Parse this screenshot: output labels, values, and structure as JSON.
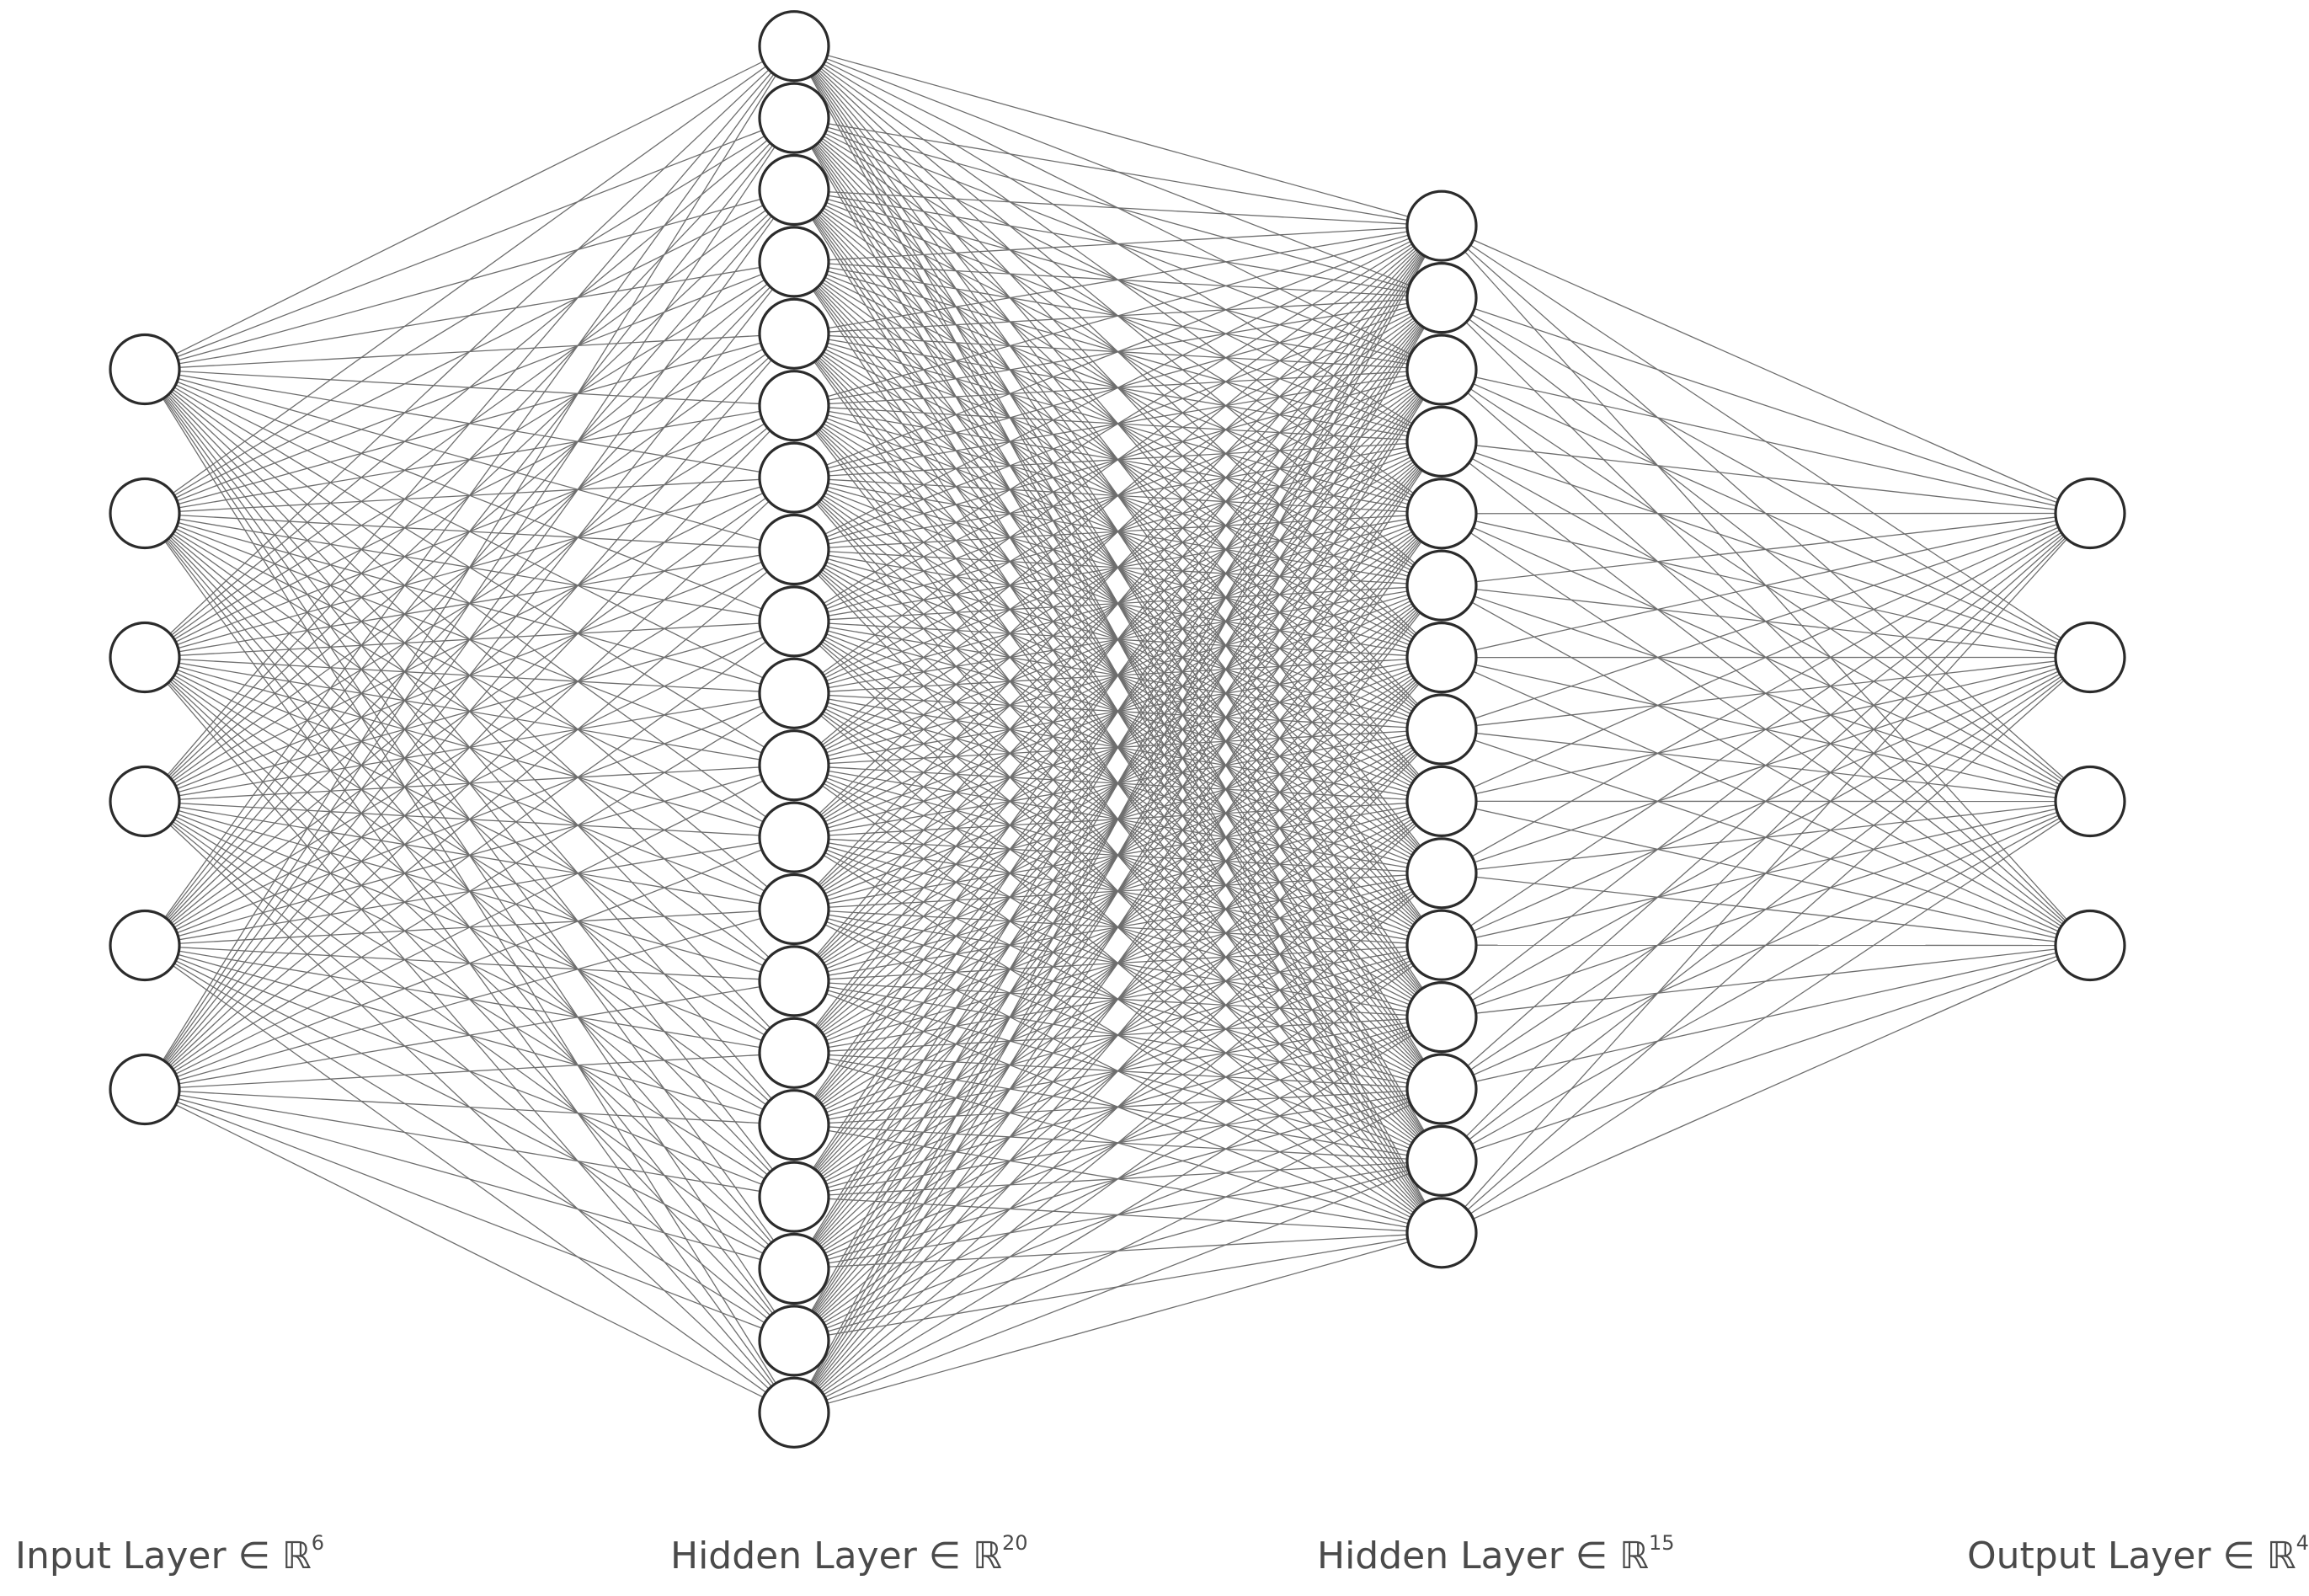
{
  "diagram": {
    "type": "neural-network",
    "layers": [
      {
        "label": "Input Layer ∈ ℝ",
        "dimension": "6",
        "neurons": 6
      },
      {
        "label": "Hidden Layer ∈ ℝ",
        "dimension": "20",
        "neurons": 20
      },
      {
        "label": "Hidden Layer ∈ ℝ",
        "dimension": "15",
        "neurons": 15
      },
      {
        "label": "Output Layer ∈ ℝ",
        "dimension": "4",
        "neurons": 4
      }
    ],
    "connectivity": "fully-connected",
    "edge_color": "#6e6e6e",
    "neuron_fill": "#ffffff",
    "neuron_stroke": "#2b2b2b",
    "label_color": "#4a4a4a"
  }
}
